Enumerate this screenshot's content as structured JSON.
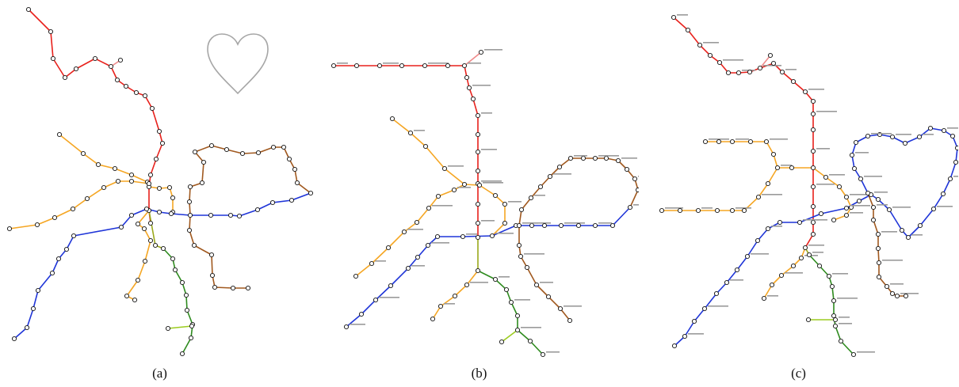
{
  "colors": {
    "red": "#e8211c",
    "pink": "#f08a8a",
    "orange": "#f5a623",
    "blue": "#1f35d8",
    "brown": "#a0581e",
    "olive": "#9aa81a",
    "green": "#2e8b1e",
    "lime": "#9ccc20",
    "heart": "#a6a6a6"
  },
  "icons": {
    "heart_shape": "heart-outline-icon"
  },
  "panels": [
    {
      "id": "a",
      "caption": "(a)",
      "shows_station_labels": false
    },
    {
      "id": "b",
      "caption": "(b)",
      "shows_station_labels": true
    },
    {
      "id": "c",
      "caption": "(c)",
      "shows_station_labels": true
    }
  ]
}
